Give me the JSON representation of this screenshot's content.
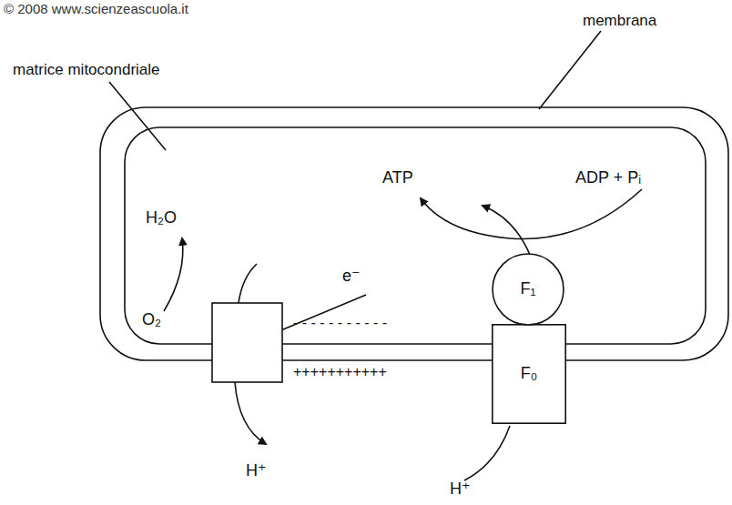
{
  "diagram": {
    "nodes": [
      {
        "text": [
          "F₁"
        ]
      },
      {
        "text": [
          "F₀"
        ]
      }
    ],
    "labels": [
      "© 2008 www.scienzeascuola.it",
      "membrana",
      "matrice mitocondriale",
      "ATP",
      "ADP + Pᵢ",
      "H₂O",
      "O₂",
      "e⁻",
      "- - - - - - - - - - -",
      "+++++++++++",
      "H⁺",
      "H⁺"
    ]
  }
}
